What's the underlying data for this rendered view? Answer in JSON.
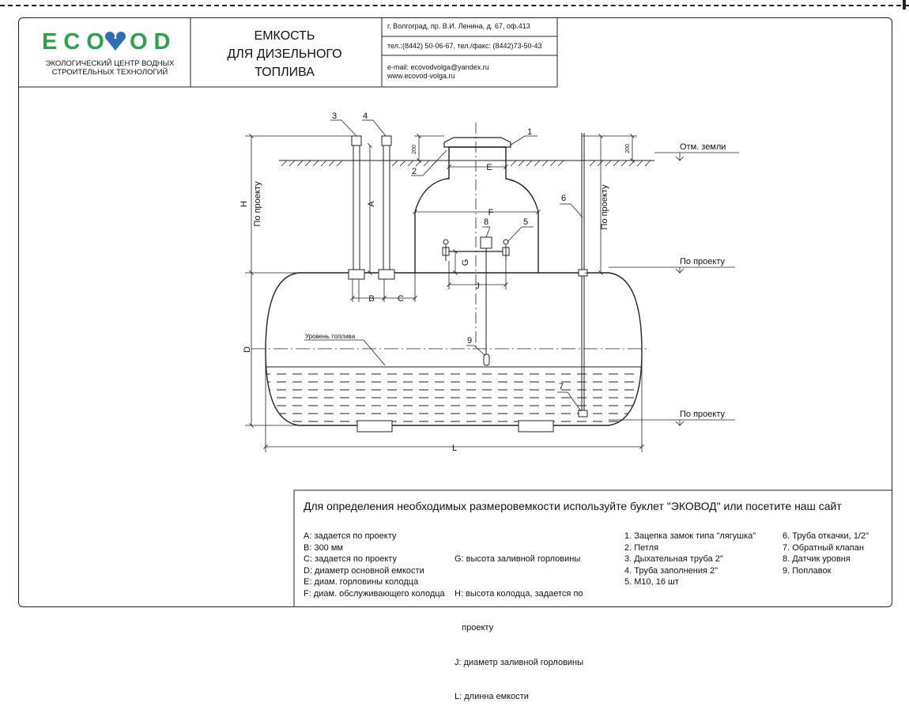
{
  "header": {
    "logo_text": "ECOVOD",
    "logo_subtitle_line1": "ЭКОЛОГИЧЕСКИЙ ЦЕНТР ВОДНЫХ",
    "logo_subtitle_line2": "СТРОИТЕЛЬНЫХ ТЕХНОЛОГИЙ",
    "title_line1": "ЕМКОСТЬ",
    "title_line2": "ДЛЯ ДИЗЕЛЬНОГО",
    "title_line3": "ТОПЛИВА",
    "address": "г. Волгоград, пр. В.И. Ленина, д. 67, оф.413",
    "phones": "тел.:(8442) 50-06-67, тел./факс: (8442)73-50-43",
    "email": "e-mail: ecovodvolga@yandex.ru",
    "website": "www.ecovod-volga.ru"
  },
  "drawing": {
    "callouts": [
      "1",
      "2",
      "3",
      "4",
      "5",
      "6",
      "7",
      "8",
      "9"
    ],
    "dim_labels": {
      "A": "A",
      "B": "B",
      "C": "C",
      "D": "D",
      "E": "E",
      "F": "F",
      "G": "G",
      "H": "H",
      "J": "J",
      "L": "L"
    },
    "dim_200_left": "200",
    "dim_200_right": "200",
    "ground_mark": "Отм. земли",
    "by_project_1": "По проекту",
    "by_project_2": "По проекту",
    "by_project_vertical_left": "По проекту",
    "by_project_vertical_right": "По проекту",
    "fuel_level": "Уровень топлива"
  },
  "notes": {
    "heading": "Для определения необходимых размеровемкости используйте буклет \"ЭКОВОД\" или посетите наш сайт",
    "col1": [
      "A: задается по проекту",
      "B: 300 мм",
      "C: задается по проекту",
      "D: диаметр основной емкости",
      "E: диам. горловины колодца",
      "F: диам. обслуживающего колодца"
    ],
    "col2": [
      "G: высота заливной горловины",
      "H: высота колодца, задается по",
      "   проекту",
      "J: диаметр заливной горловины",
      "L: длинна емкости"
    ],
    "col3": [
      "1. Зацепка замок типа \"лягушка\"",
      "2. Петля",
      "3. Дыхательная труба 2\"",
      "4. Труба заполнения 2\"",
      "5. М10, 16 шт"
    ],
    "col4": [
      "6. Труба откачки, 1/2\"",
      "7. Обратный клапан",
      "8. Датчик уровня",
      "9. Поплавок"
    ]
  }
}
